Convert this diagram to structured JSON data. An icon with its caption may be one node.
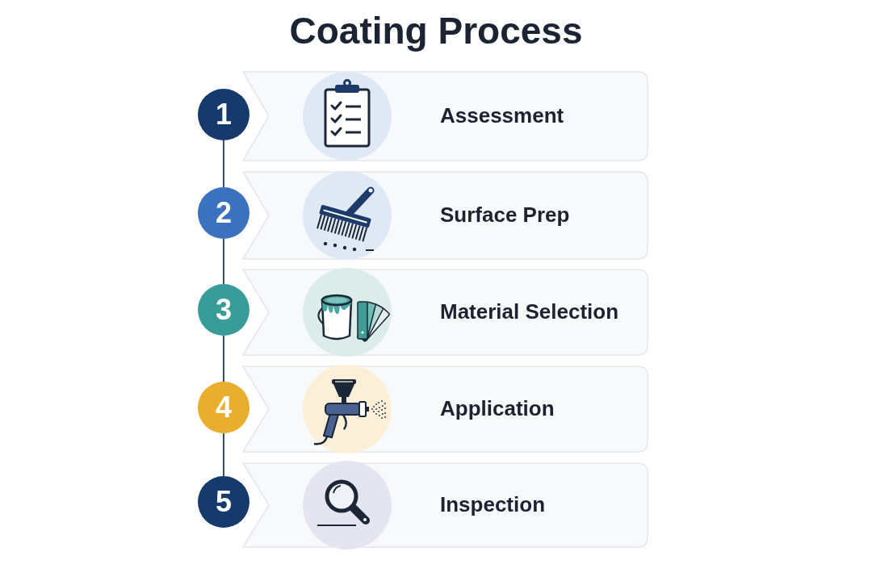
{
  "diagram": {
    "title": "Coating Process",
    "nodes": [
      {
        "text": [
          "1"
        ]
      },
      {
        "text": [
          "Assessment"
        ]
      },
      {
        "text": [
          "2"
        ]
      },
      {
        "text": [
          "Surface Prep"
        ]
      },
      {
        "text": [
          "3"
        ]
      },
      {
        "text": [
          "Material Selection"
        ]
      },
      {
        "text": [
          "4"
        ]
      },
      {
        "text": [
          "Application"
        ]
      },
      {
        "text": [
          "5"
        ]
      },
      {
        "text": [
          "Inspection"
        ]
      }
    ],
    "edges": [
      {
        "from": 0,
        "to": 2,
        "arrow": "none"
      },
      {
        "from": 2,
        "to": 4,
        "arrow": "none"
      },
      {
        "from": 4,
        "to": 6,
        "arrow": "none"
      },
      {
        "from": 6,
        "to": 8,
        "arrow": "none"
      }
    ]
  }
}
